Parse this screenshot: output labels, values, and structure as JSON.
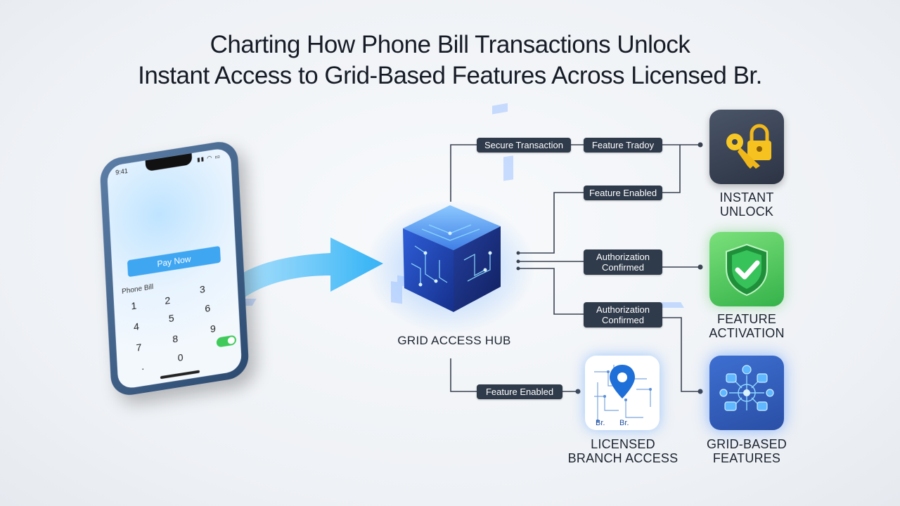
{
  "title": {
    "line1": "Charting How Phone Bill Transactions Unlock",
    "line2": "Instant Access to Grid-Based Features Across Licensed Br."
  },
  "phone": {
    "status_time": "9:41",
    "pay_button": "Pay Now",
    "bill_label": "Phone Bill",
    "keys": [
      "1",
      "2",
      "3",
      "4",
      "5",
      "6",
      "7",
      "8",
      "9",
      ".",
      "0"
    ]
  },
  "hub": {
    "label": "GRID ACCESS HUB",
    "icon": "glowing-circuit-cube"
  },
  "tags": {
    "secure_transaction": "Secure Transaction",
    "feature_tradoy": "Feature Tradoy",
    "feature_enabled_top": "Feature Enabled",
    "authorization_1": "Authorization Confirmed",
    "authorization_2": "Authorization Confirmed",
    "feature_enabled_bottom": "Feature Enabled"
  },
  "outcomes": {
    "instant_unlock": {
      "line1": "INSTANT",
      "line2": "UNLOCK",
      "icon": "key-lock-icon"
    },
    "feature_activation": {
      "line1": "FEATURE",
      "line2": "ACTIVATION",
      "icon": "shield-check-icon"
    },
    "grid_features": {
      "line1": "GRID-BASED",
      "line2": "FEATURES",
      "icon": "app-circuit-icon"
    },
    "licensed_branch": {
      "line1": "LICENSED",
      "line2": "BRANCH ACCESS",
      "icon": "map-pin-icon",
      "marker_left": "Br.",
      "marker_right": "Br."
    }
  },
  "colors": {
    "accent_blue": "#3fa6f2",
    "tag_bg": "#2f3a4a",
    "connector": "#3a4352",
    "success_green": "#3fca5a"
  }
}
